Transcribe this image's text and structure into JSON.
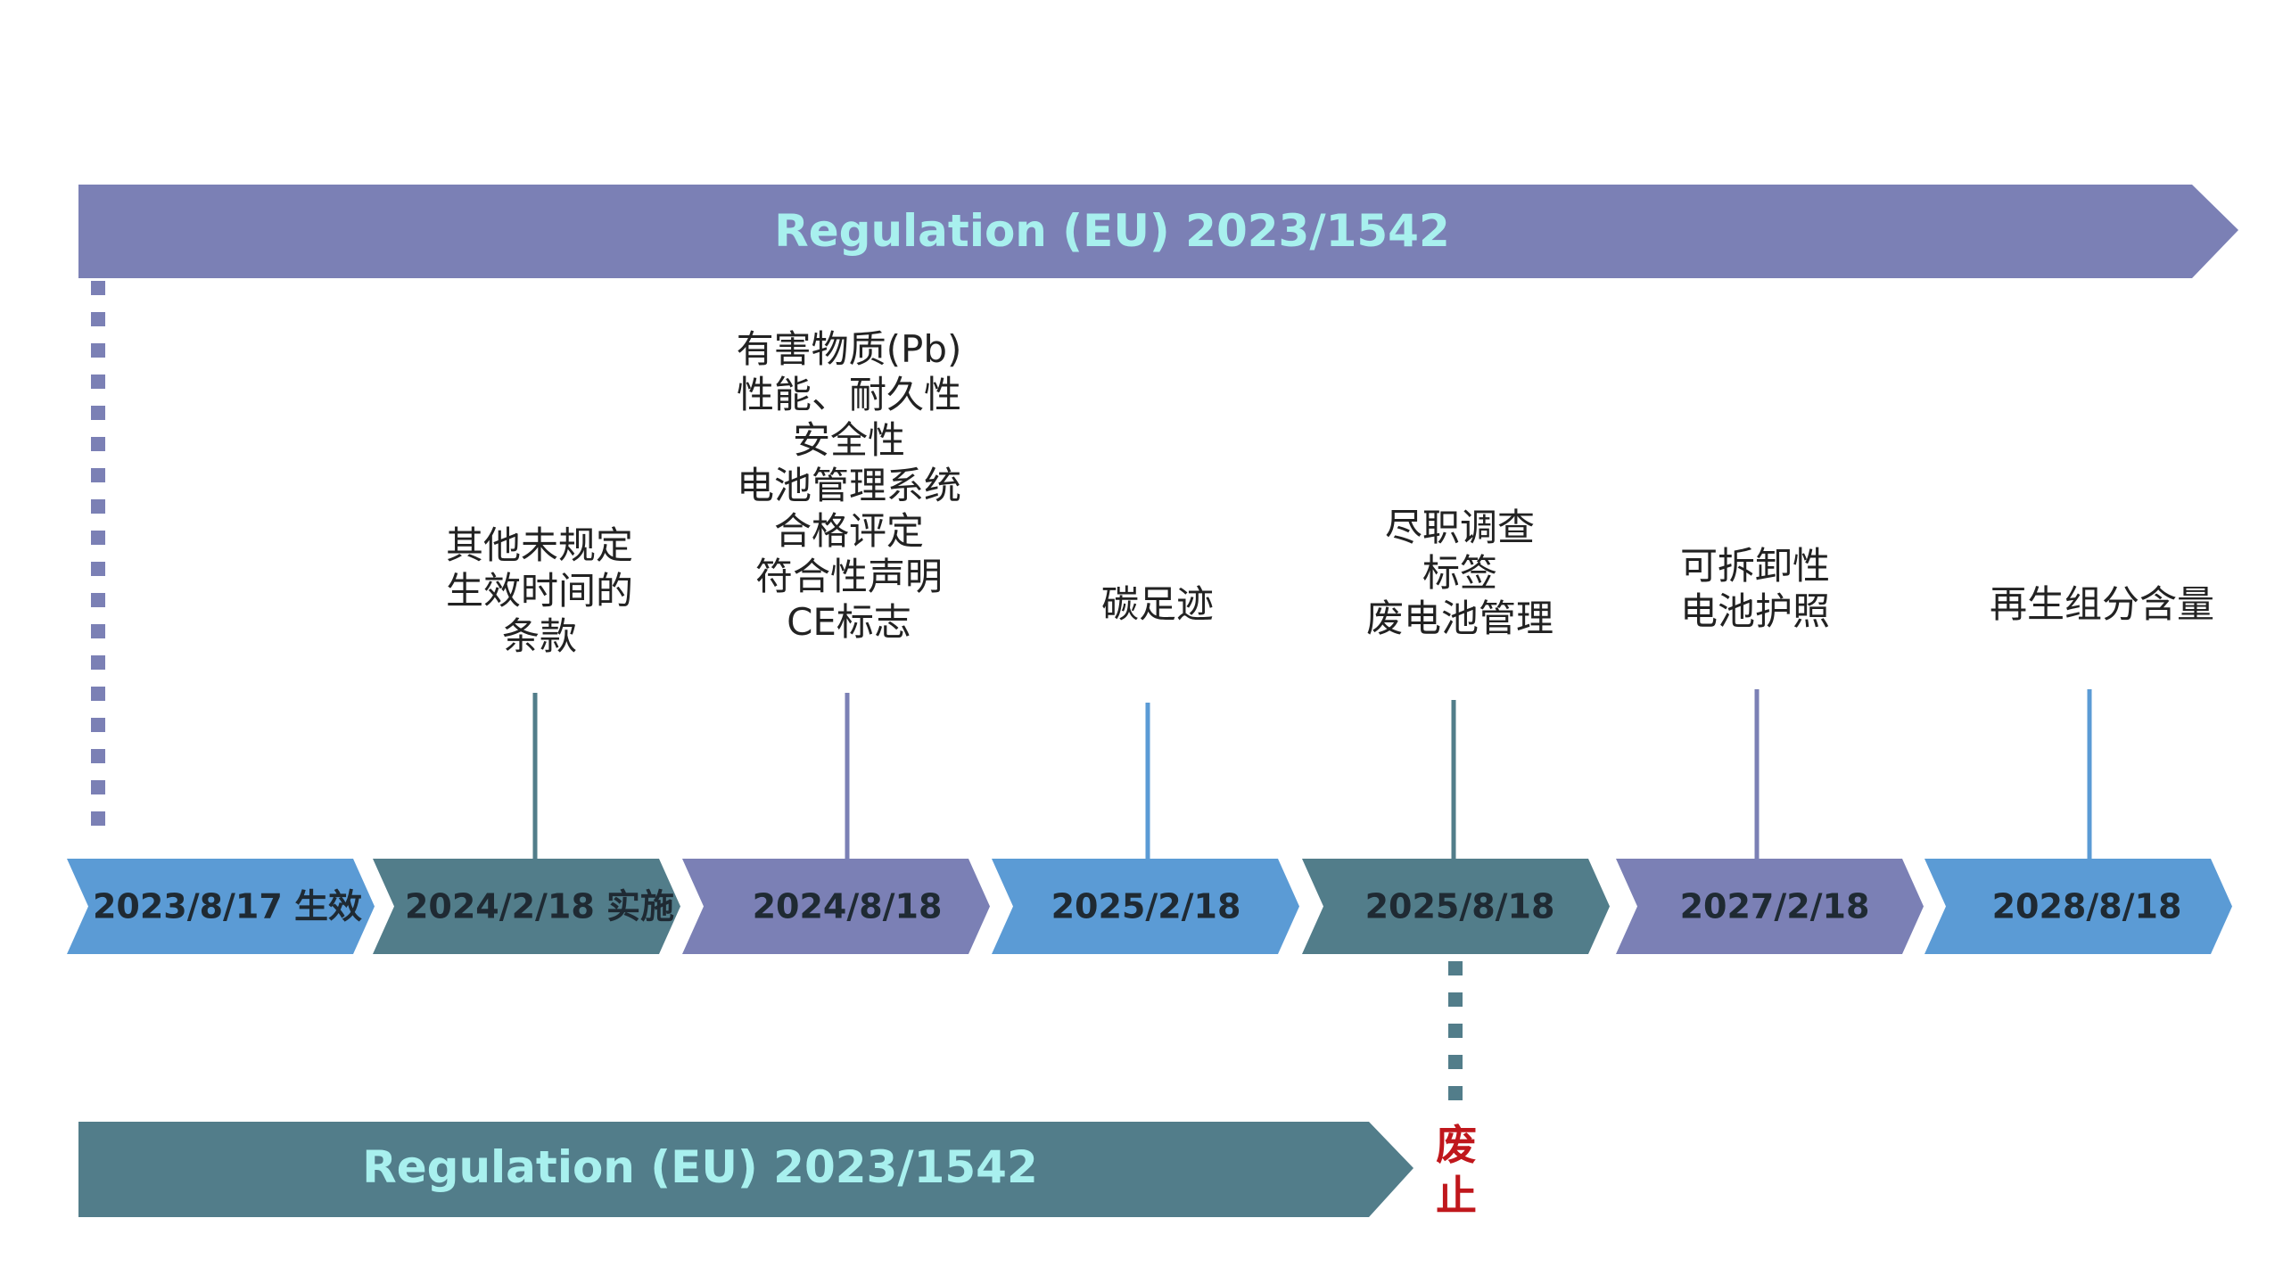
{
  "top_banner": {
    "label": "Regulation (EU) 2023/1542",
    "color": "#7b80b5"
  },
  "bottom_banner": {
    "label": "Regulation (EU) 2023/1542",
    "color": "#527d8a"
  },
  "repeal_marker": {
    "label_line1": "废",
    "label_line2": "止",
    "color": "#c0171c"
  },
  "colors": {
    "blue": "#5b9bd5",
    "teal": "#527d8a",
    "purple": "#7b80b5",
    "dotted_purple": "#7b80b5",
    "dotted_teal": "#527d8a",
    "text_dark": "#1f2a33"
  },
  "timeline": [
    {
      "date": "2023/8/17 生效",
      "color": "#5b9bd5",
      "milestone": []
    },
    {
      "date": "2024/2/18 实施",
      "color": "#527d8a",
      "milestone": [
        "其他未规定",
        "生效时间的",
        "条款"
      ]
    },
    {
      "date": "2024/8/18",
      "color": "#7b80b5",
      "milestone": [
        "有害物质(Pb)",
        "性能、耐久性",
        "安全性",
        "电池管理系统",
        "合格评定",
        "符合性声明",
        "CE标志"
      ]
    },
    {
      "date": "2025/2/18",
      "color": "#5b9bd5",
      "milestone": [
        "碳足迹"
      ]
    },
    {
      "date": "2025/8/18",
      "color": "#527d8a",
      "milestone": [
        "尽职调查",
        "标签",
        "废电池管理"
      ]
    },
    {
      "date": "2027/2/18",
      "color": "#7b80b5",
      "milestone": [
        "可拆卸性",
        "电池护照"
      ]
    },
    {
      "date": "2028/8/18",
      "color": "#5b9bd5",
      "milestone": [
        "再生组分含量"
      ]
    }
  ]
}
